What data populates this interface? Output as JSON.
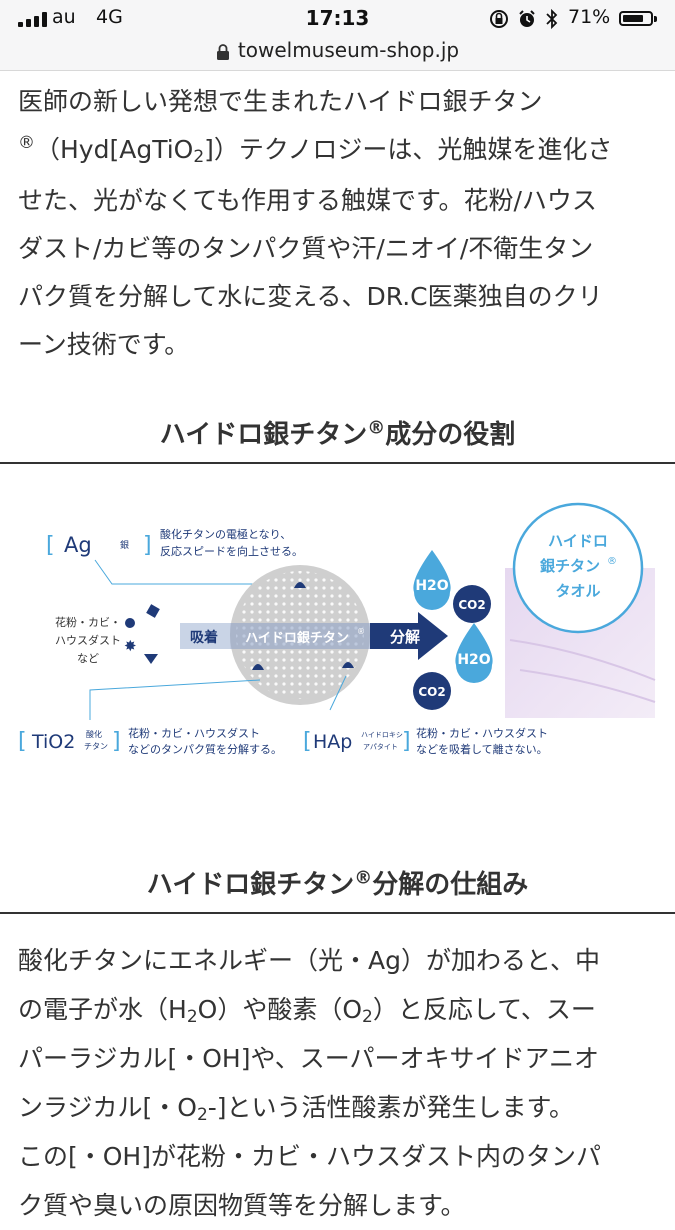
{
  "status_bar": {
    "carrier": "au",
    "network": "4G",
    "time": "17:13",
    "battery": "71%",
    "icons": [
      "signal-bars-icon",
      "orientation-lock-icon",
      "alarm-icon",
      "bluetooth-icon",
      "battery-icon"
    ]
  },
  "browser": {
    "url": "towelmuseum-shop.jp",
    "lock_icon": "lock-icon"
  },
  "intro": {
    "line1": "医師の新しい発想で生まれたハイドロ銀チタン",
    "line2_reg": "®",
    "line2_a": "（Hyd[AgTiO",
    "line2_sub": "2",
    "line2_b": "]）テクノロジーは、光触媒を進化さ",
    "line3": "せた、光がなくても作用する触媒です。花粉/ハウス",
    "line4": "ダスト/カビ等のタンパク質や汗/ニオイ/不衛生タン",
    "line5": "パク質を分解して水に変える、DR.C医薬独自のクリ",
    "line6": "ーン技術です。"
  },
  "section1": {
    "title_a": "ハイドロ銀チタン",
    "title_reg": "®",
    "title_b": "成分の役割"
  },
  "diagram": {
    "ag_label": "Ag",
    "ag_sub": "銀",
    "ag_desc1": "酸化チタンの電極となり、",
    "ag_desc2": "反応スピードを向上させる。",
    "pollen1": "花粉・カビ・",
    "pollen2": "ハウスダスト",
    "pollen3": "など",
    "adsorb": "吸着",
    "center": "ハイドロ銀チタン",
    "center_reg": "®",
    "decompose": "分解",
    "h2o": "H2O",
    "co2": "CO2",
    "towel1": "ハイドロ",
    "towel2": "銀チタン",
    "towel2_reg": "®",
    "towel3": "タオル",
    "tio2_label": "TiO2",
    "tio2_sub1": "酸化",
    "tio2_sub2": "チタン",
    "tio2_desc1": "花粉・カビ・ハウスダスト",
    "tio2_desc2": "などのタンパク質を分解する。",
    "hap_label": "HAp",
    "hap_sub1": "ハイドロキシ",
    "hap_sub2": "アパタイト",
    "hap_desc1": "花粉・カビ・ハウスダスト",
    "hap_desc2": "などを吸着して離さない。"
  },
  "section2": {
    "title_a": "ハイドロ銀チタン",
    "title_reg": "®",
    "title_b": "分解の仕組み"
  },
  "body2": {
    "line1": "酸化チタンにエネルギー（光・Ag）が加わると、中",
    "line2_a": "の電子が水（H",
    "line2_sub1": "2",
    "line2_b": "O）や酸素（O",
    "line2_sub2": "2",
    "line2_c": "）と反応して、スー",
    "line3": "パーラジカル[・OH]や、スーパーオキサイドアニオ",
    "line4_a": "ンラジカル[・O",
    "line4_sub": "2",
    "line4_b": "-]という活性酸素が発生します。",
    "line5": "この[・OH]が花粉・カビ・ハウスダスト内のタンパ",
    "line6": "ク質や臭いの原因物質等を分解します。"
  },
  "colors": {
    "navy": "#1f3a78",
    "light_blue": "#4aa8dc",
    "text": "#333333"
  }
}
